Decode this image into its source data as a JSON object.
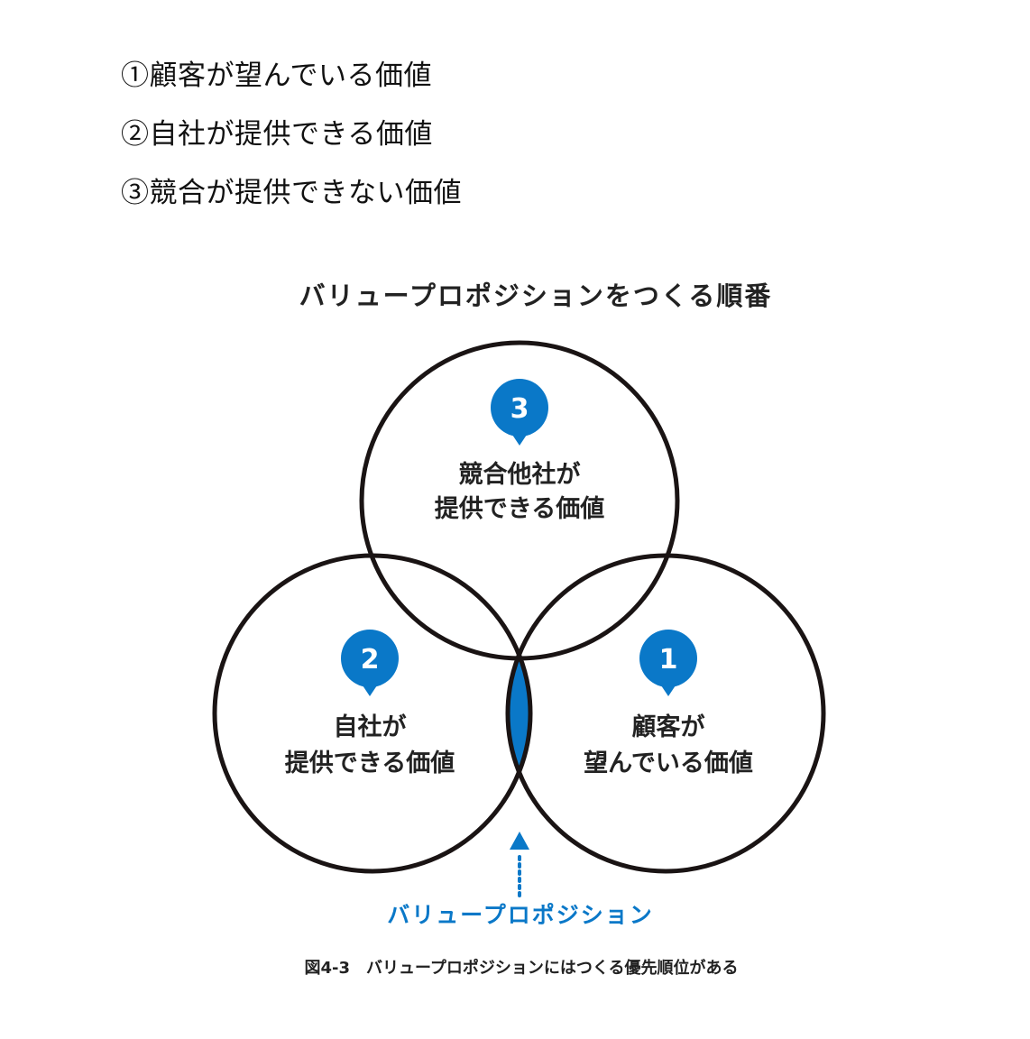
{
  "list": [
    "①顧客が望んでいる価値",
    "②自社が提供できる価値",
    "③競合が提供できない価値"
  ],
  "diagram": {
    "title": "バリュープロポジションをつくる順番",
    "circles": [
      {
        "number": "3",
        "line1": "競合他社が",
        "line2": "提供できる価値"
      },
      {
        "number": "2",
        "line1": "自社が",
        "line2": "提供できる価値"
      },
      {
        "number": "1",
        "line1": "顧客が",
        "line2": "望んでいる価値"
      }
    ],
    "pointer_label": "バリュープロポジション",
    "caption": "図4-3　バリュープロポジションにはつくる優先順位がある"
  },
  "colors": {
    "accent": "#0a78c8",
    "stroke": "#1a1414",
    "text": "#222222"
  }
}
